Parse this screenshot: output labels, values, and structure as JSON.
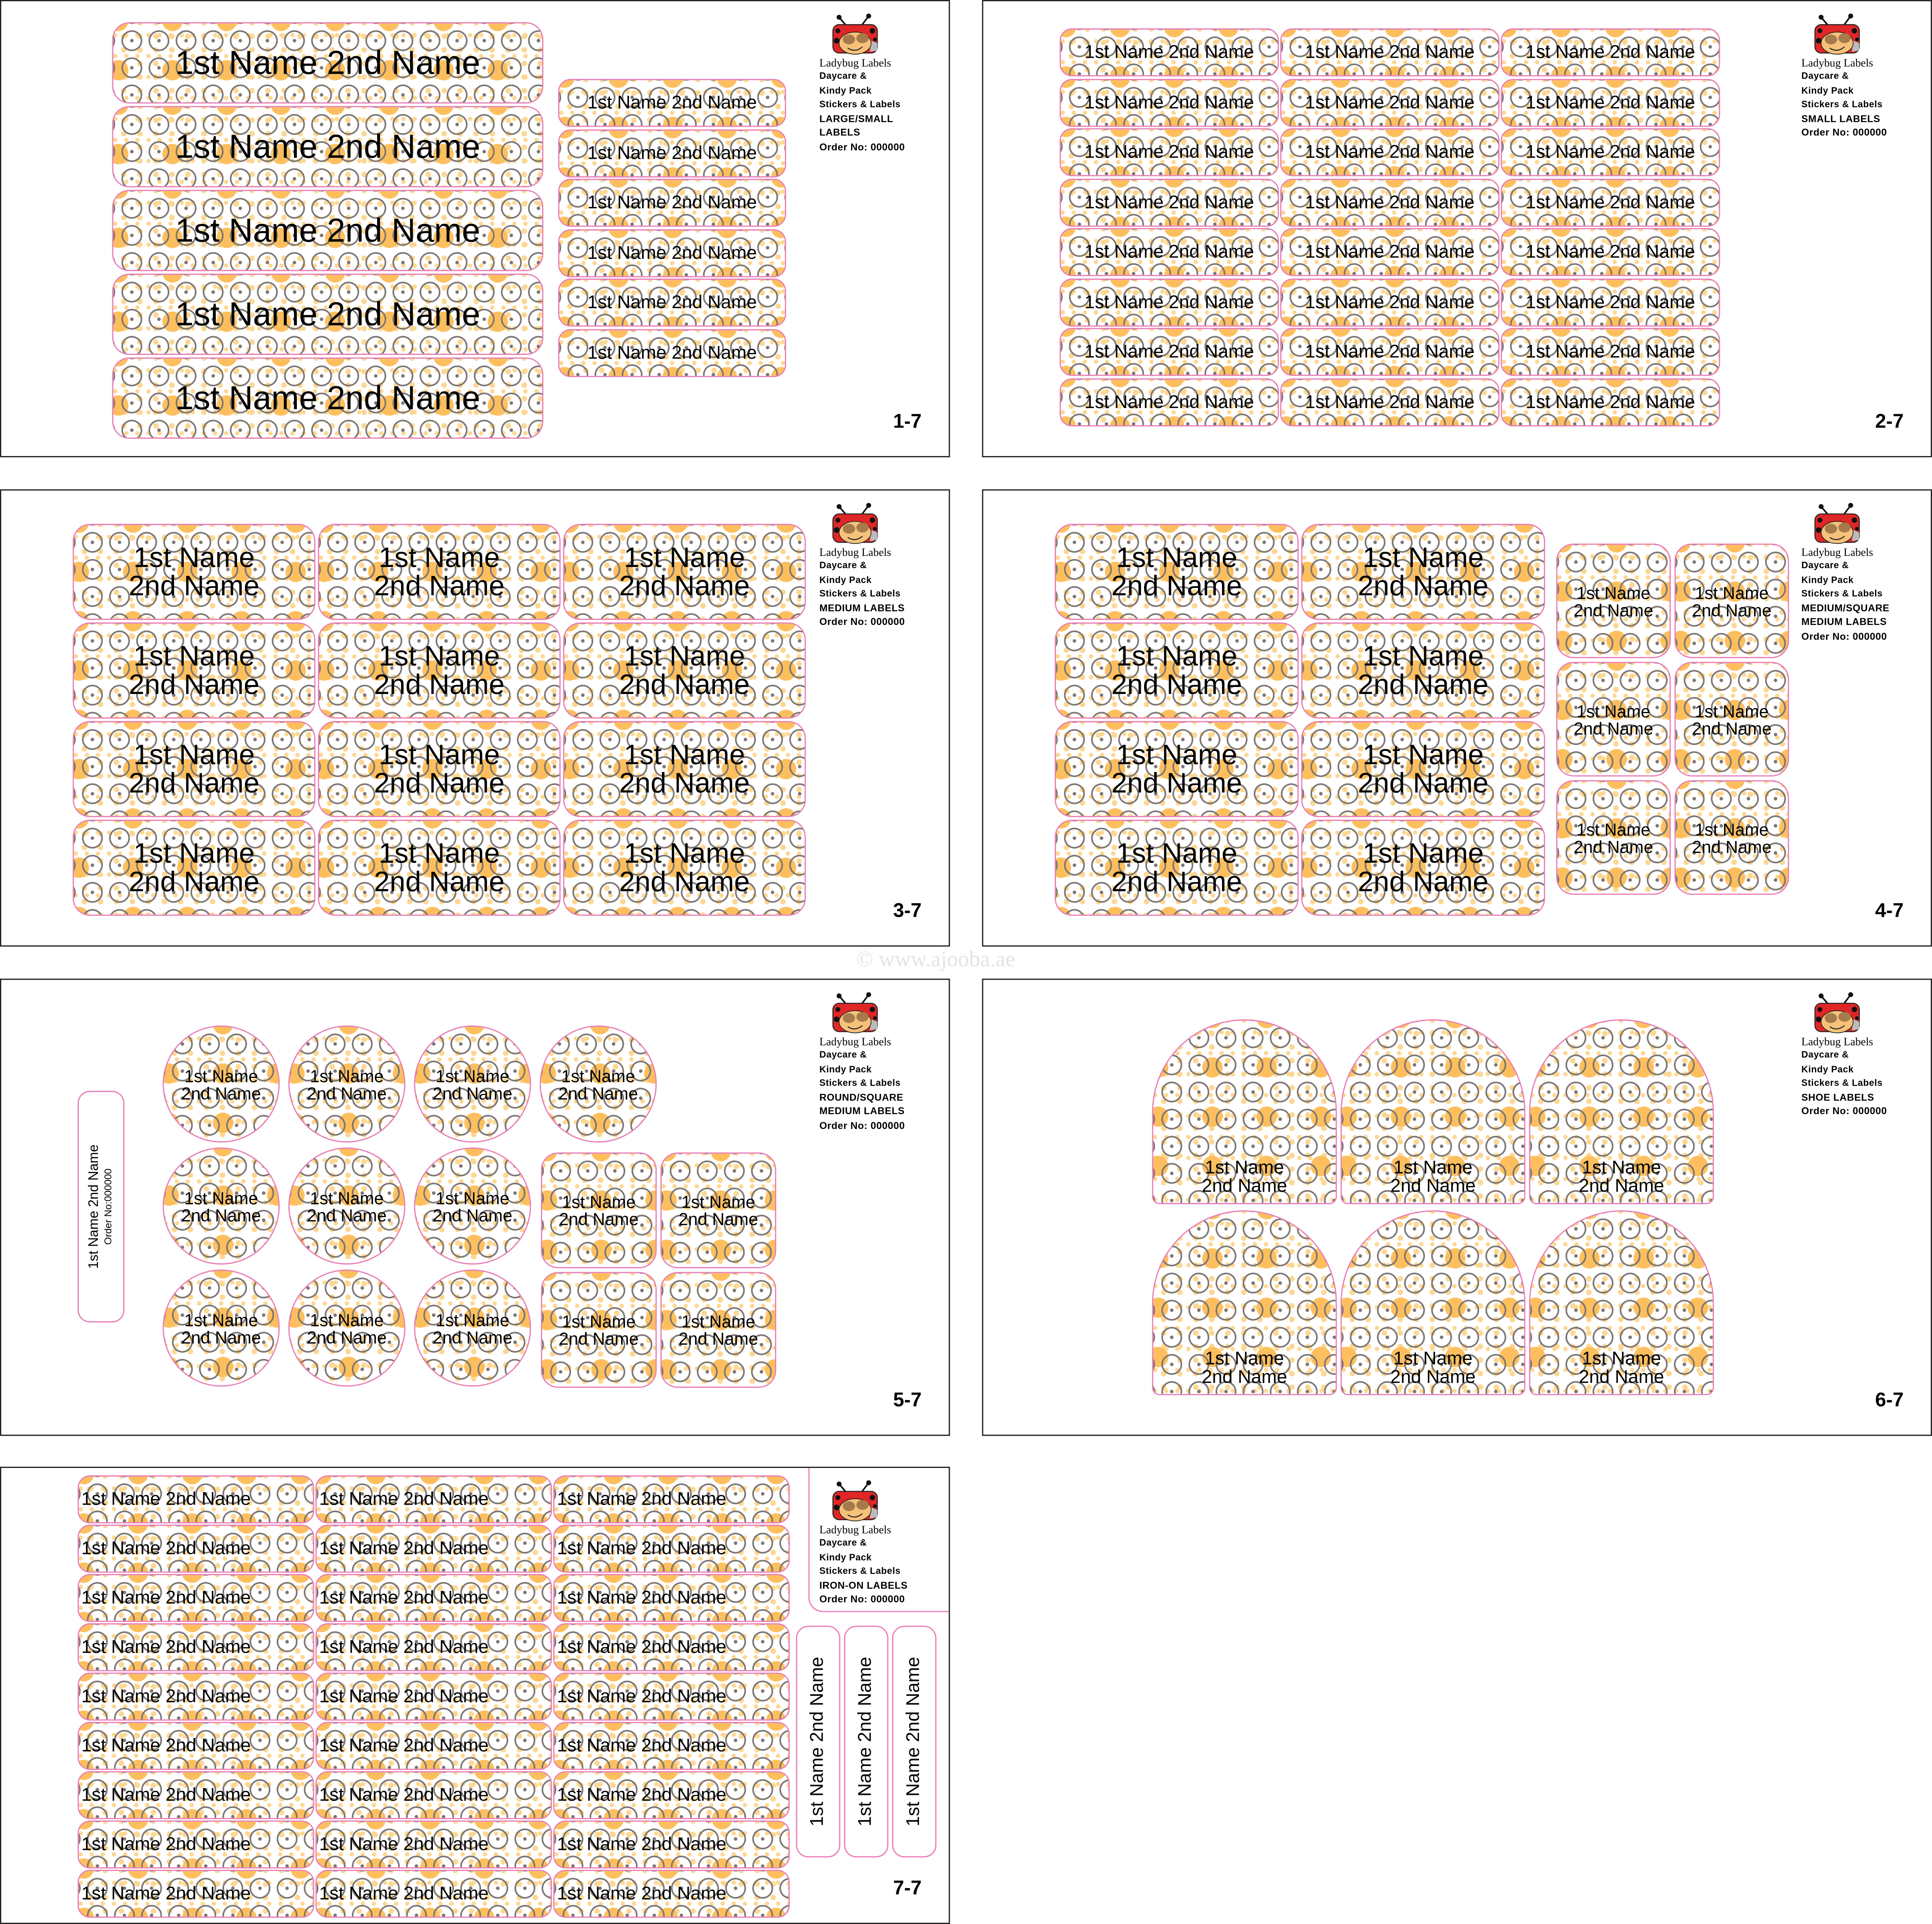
{
  "watermark": "© www.ajooba.ae",
  "brand": {
    "name": "Ladybug Labels",
    "tagline": [
      "Daycare &",
      "Kindy Pack",
      "Stickers & Labels"
    ]
  },
  "label_text": {
    "first": "1st Name",
    "second": "2nd Name"
  },
  "vertical_label": {
    "name": "1st Name 2nd Name",
    "order": "Order No:000000"
  },
  "order_line": "Order No: 000000",
  "colors": {
    "label_border": "#e880b8",
    "pattern_orange": "#fdbf5e",
    "pattern_gray": "#7a7472"
  },
  "sheets": [
    {
      "page": "1-7",
      "product": [
        "LARGE/SMALL",
        "LABELS"
      ]
    },
    {
      "page": "2-7",
      "product": [
        "SMALL LABELS"
      ]
    },
    {
      "page": "3-7",
      "product": [
        "MEDIUM LABELS"
      ]
    },
    {
      "page": "4-7",
      "product": [
        "MEDIUM/SQUARE",
        "MEDIUM LABELS"
      ]
    },
    {
      "page": "5-7",
      "product": [
        "ROUND/SQUARE",
        "MEDIUM LABELS"
      ]
    },
    {
      "page": "6-7",
      "product": [
        "SHOE LABELS"
      ]
    },
    {
      "page": "7-7",
      "product": [
        "IRON-ON LABELS"
      ]
    }
  ]
}
